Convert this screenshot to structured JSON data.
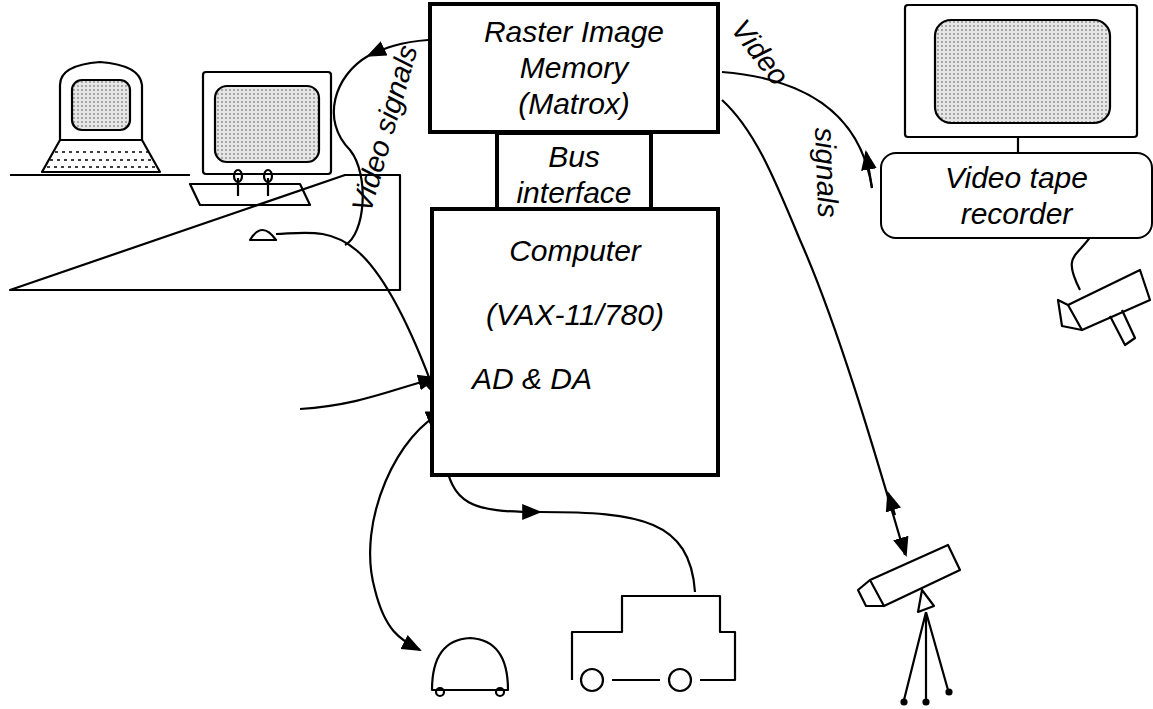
{
  "diagram": {
    "nodes": [
      {
        "text": [
          "Raster Image Memory (Matrox)"
        ]
      },
      {
        "text": [
          "Bus interface"
        ]
      },
      {
        "text": [
          "Computer",
          "(VAX-11/780)",
          "AD & DA"
        ]
      },
      {
        "text": [
          "Video tape recorder"
        ]
      }
    ],
    "labels": [
      "Video signals",
      "Video",
      "signals"
    ]
  }
}
